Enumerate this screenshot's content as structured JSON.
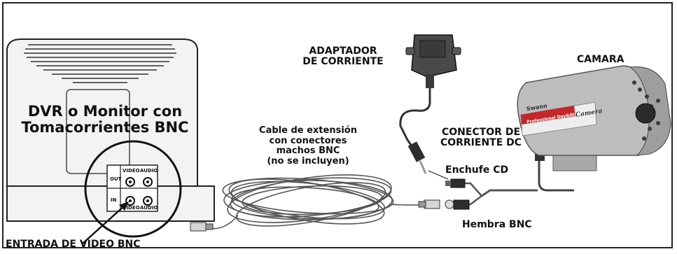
{
  "monitor": {
    "title_line1": "DVR o Monitor con",
    "title_line2": "Tomacorrientes BNC",
    "panel": {
      "out": "OUT",
      "in": "IN",
      "video_top": "VIDEO",
      "audio_top": "AUDIO",
      "video_bottom": "VIDEO",
      "audio_bottom": "AUDIO"
    }
  },
  "labels": {
    "adapter_line1": "ADAPTADOR",
    "adapter_line2": "DE CORRIENTE",
    "camera": "CAMARA",
    "cable_line1": "Cable de extensión",
    "cable_line2": "con conectores",
    "cable_line3": "machos BNC",
    "cable_line4": "(no se incluyen)",
    "dc_connector_line1": "CONECTOR DE",
    "dc_connector_line2": "CORRIENTE DC",
    "dc_plug": "Enchufe CD",
    "bnc_female": "Hembra BNC",
    "video_input": "ENTRADA DE VIDEO BNC"
  },
  "camera_text": {
    "brand": "Swann",
    "badge": "Professional Day&Night",
    "word": "Camera"
  },
  "colors": {
    "border": "#222222",
    "monitor_fill": "#f2f2f2",
    "camera_body": "#b9b9b9",
    "badge_red": "#c0282d",
    "cable": "#555555"
  }
}
